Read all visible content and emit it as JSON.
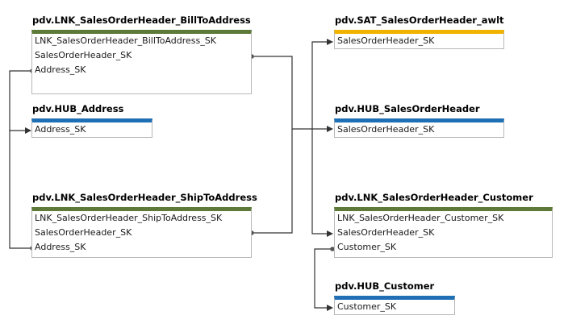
{
  "colors": {
    "link_table": "#5e7a38",
    "hub_table": "#1f6fb5",
    "satellite_table": "#f0b400",
    "connector": "#333333"
  },
  "tables": {
    "lnk_billto": {
      "title": "pdv.LNK_SalesOrderHeader_BillToAddress",
      "kind": "link",
      "columns": [
        "LNK_SalesOrderHeader_BillToAddress_SK",
        "SalesOrderHeader_SK",
        "Address_SK"
      ]
    },
    "hub_address": {
      "title": "pdv.HUB_Address",
      "kind": "hub",
      "columns": [
        "Address_SK"
      ]
    },
    "lnk_shipto": {
      "title": "pdv.LNK_SalesOrderHeader_ShipToAddress",
      "kind": "link",
      "columns": [
        "LNK_SalesOrderHeader_ShipToAddress_SK",
        "SalesOrderHeader_SK",
        "Address_SK"
      ]
    },
    "sat_soh": {
      "title": "pdv.SAT_SalesOrderHeader_awlt",
      "kind": "satellite",
      "columns": [
        "SalesOrderHeader_SK"
      ]
    },
    "hub_soh": {
      "title": "pdv.HUB_SalesOrderHeader",
      "kind": "hub",
      "columns": [
        "SalesOrderHeader_SK"
      ]
    },
    "lnk_customer": {
      "title": "pdv.LNK_SalesOrderHeader_Customer",
      "kind": "link",
      "columns": [
        "LNK_SalesOrderHeader_Customer_SK",
        "SalesOrderHeader_SK",
        "Customer_SK"
      ]
    },
    "hub_customer": {
      "title": "pdv.HUB_Customer",
      "kind": "hub",
      "columns": [
        "Customer_SK"
      ]
    }
  }
}
